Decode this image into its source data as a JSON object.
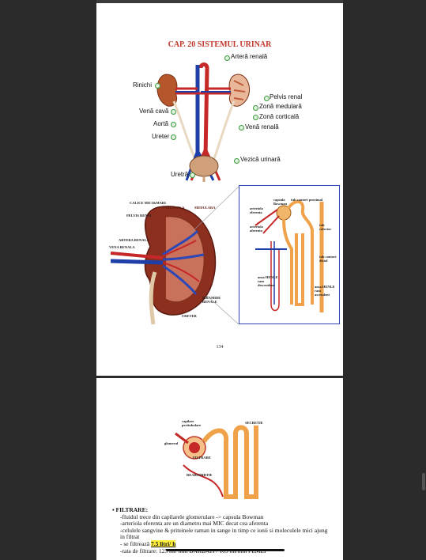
{
  "page1": {
    "title": "CAP. 20  SISTEMUL URINAR",
    "labels": {
      "artera_renala": "Arteră renală",
      "rinichi": "Rinichi",
      "pelvis_renal": "Pelvis renal",
      "zona_medulara": "Zonă medulară",
      "vena_cava": "Venă cavă",
      "zona_corticala": "Zonă corticală",
      "aorta": "Aortă",
      "vena_renala": "Venă renală",
      "ureter": "Ureter",
      "vezica_urinara": "Vezică urinară",
      "uretra": "Uretră"
    },
    "kidney_labels": {
      "calice": "CALICE MICI&MARI",
      "corticala": "CORTICALA",
      "medulara": "MEDULARA",
      "pelvis": "PELVIS RENAL",
      "artera": "ARTERA RENALA",
      "vena": "VENA RENALA",
      "piramide": "PIRAMIDE RENALE",
      "ureter": "URETER"
    },
    "nephron_labels": {
      "capsula": "capsula Bowman",
      "tub_proximal": "tub contort proximal",
      "arteriola_eferenta": "arteriola eferenta",
      "arteriola_aferenta": "arteriola aferenta",
      "tub_colector": "tub colector",
      "tub_distal": "tub contort distal",
      "ansa_desc": "ansa HENLE ram descendent",
      "ansa_asc": "ansa HENLE ram ascendent"
    },
    "page_number": "134"
  },
  "page2": {
    "diagram_labels": {
      "capilare": "capilare peritubulare",
      "glomerul": "glomerul",
      "secretie": "SECRETIE",
      "filtrare": "FILTRARE",
      "reabsorbtie": "REABSORBTIE"
    },
    "heading": "FILTRARE:",
    "lines": [
      "-fluidul trece din capilarele glomerulare -> capsula Bowman",
      "-arteriola eferenta are un diametru mai MIC  decat cea aferenta",
      "-celulele sangvine & priteinele raman in sange in timp ce ionii si moleculele mici ajung",
      "in filtrat"
    ],
    "filter_prefix": "- se filtrează ",
    "filter_highlight": "7.5 litri/ h",
    "rate_line": "-rata de filtrare: 125 ml/ min BARBATI / 105 ml/min FEMEI"
  },
  "colors": {
    "title": "#c0392b",
    "artery": "#c62828",
    "vein": "#1e3fa8",
    "kidney": "#a0522d",
    "highlight": "#ffef3a"
  }
}
